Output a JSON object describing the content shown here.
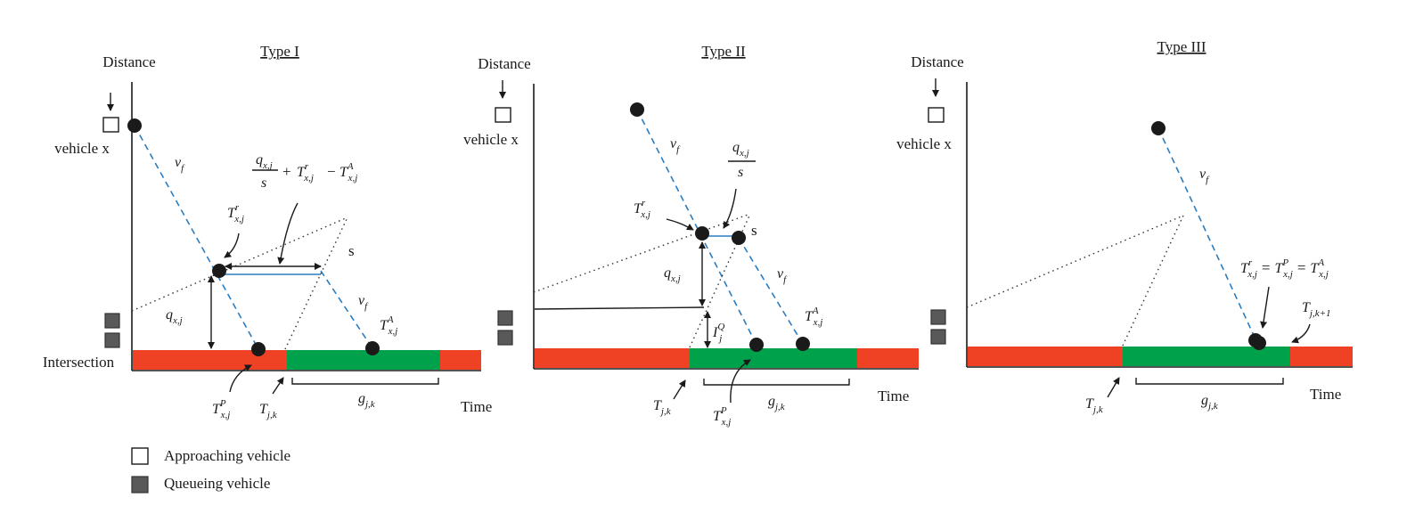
{
  "panels": [
    {
      "title": "Type I",
      "y_label": "Distance",
      "vehicle_label": "vehicle x",
      "intersection_label": "Intersection",
      "x_label": "Time",
      "vf": "v",
      "vf_sub": "f",
      "vf2": "v",
      "vf2_sub": "f",
      "s_label": "s",
      "q": "q",
      "q_sub": "x,j",
      "Tr": "T",
      "Tr_sup": "r",
      "Tr_sub": "x,j",
      "TA": "T",
      "TA_sup": "A",
      "TA_sub": "x,j",
      "TP": "T",
      "TP_sup": "P",
      "TP_sub": "x,j",
      "Tjk": "T",
      "Tjk_sub": "j,k",
      "g": "g",
      "g_sub": "j,k",
      "formula": {
        "num": "q",
        "num_sub": "x,j",
        "den": "s",
        "plus": "+",
        "t1": "T",
        "t1_sup": "r",
        "t1_sub": "x,j",
        "minus": "−",
        "t2": "T",
        "t2_sup": "A",
        "t2_sub": "x,j"
      }
    },
    {
      "title": "Type II",
      "y_label": "Distance",
      "vehicle_label": "vehicle x",
      "x_label": "Time",
      "vf": "v",
      "vf_sub": "f",
      "vf2": "v",
      "vf2_sub": "f",
      "s_label": "s",
      "q": "q",
      "q_sub": "x,j",
      "IQ": "I",
      "IQ_sup": "Q",
      "IQ_sub": "j",
      "Tr": "T",
      "Tr_sup": "r",
      "Tr_sub": "x,j",
      "TA": "T",
      "TA_sup": "A",
      "TA_sub": "x,j",
      "TP": "T",
      "TP_sup": "P",
      "TP_sub": "x,j",
      "Tjk": "T",
      "Tjk_sub": "j,k",
      "g": "g",
      "g_sub": "j,k",
      "formula": {
        "num": "q",
        "num_sub": "x,j",
        "den": "s"
      }
    },
    {
      "title": "Type III",
      "y_label": "Distance",
      "vehicle_label": "vehicle x",
      "x_label": "Time",
      "vf": "v",
      "vf_sub": "f",
      "Tjk": "T",
      "Tjk_sub": "j,k",
      "Tjk1": "T",
      "Tjk1_sub": "j,k+1",
      "g": "g",
      "g_sub": "j,k",
      "equality": {
        "a": "T",
        "a_sup": "r",
        "a_sub": "x,j",
        "eq1": "=",
        "b": "T",
        "b_sup": "P",
        "b_sub": "x,j",
        "eq2": "=",
        "c": "T",
        "c_sup": "A",
        "c_sub": "x,j"
      }
    }
  ],
  "legend": {
    "approaching": "Approaching vehicle",
    "queueing": "Queueing vehicle"
  },
  "colors": {
    "red_phase": "#ef4123",
    "green_phase": "#00a14b",
    "trajectory": "#2a7dc0"
  }
}
